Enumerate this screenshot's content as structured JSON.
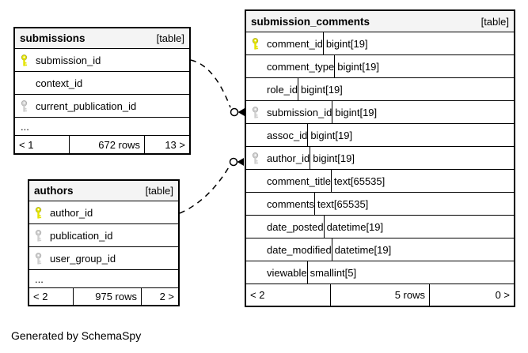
{
  "caption": "Generated by SchemaSpy",
  "colors": {
    "background": "#ffffff",
    "table_border": "#000000",
    "header_background": "#f4f4f4",
    "primary_key_icon": "#e4e400",
    "foreign_key_icon": "#cfcfcf",
    "edge": "#000000"
  },
  "icons": {
    "primary_key": "yellow-key-icon",
    "foreign_key": "gray-key-icon",
    "edge_endpoint": "open-circle-with-arrowhead"
  },
  "tables": {
    "submissions": {
      "title": "submissions",
      "badge": "[table]",
      "columns": [
        {
          "name": "submission_id",
          "key": "pk"
        },
        {
          "name": "context_id",
          "key": ""
        },
        {
          "name": "current_publication_id",
          "key": "fk"
        }
      ],
      "ellipsis": "...",
      "footer": {
        "parents": "< 1",
        "rows": "672 rows",
        "children": "13 >"
      }
    },
    "authors": {
      "title": "authors",
      "badge": "[table]",
      "columns": [
        {
          "name": "author_id",
          "key": "pk"
        },
        {
          "name": "publication_id",
          "key": "fk"
        },
        {
          "name": "user_group_id",
          "key": "fk"
        }
      ],
      "ellipsis": "...",
      "footer": {
        "parents": "< 2",
        "rows": "975 rows",
        "children": "2 >"
      }
    },
    "submission_comments": {
      "title": "submission_comments",
      "badge": "[table]",
      "columns": [
        {
          "name": "comment_id",
          "type": "bigint[19]",
          "key": "pk"
        },
        {
          "name": "comment_type",
          "type": "bigint[19]",
          "key": ""
        },
        {
          "name": "role_id",
          "type": "bigint[19]",
          "key": ""
        },
        {
          "name": "submission_id",
          "type": "bigint[19]",
          "key": "fk"
        },
        {
          "name": "assoc_id",
          "type": "bigint[19]",
          "key": ""
        },
        {
          "name": "author_id",
          "type": "bigint[19]",
          "key": "fk"
        },
        {
          "name": "comment_title",
          "type": "text[65535]",
          "key": ""
        },
        {
          "name": "comments",
          "type": "text[65535]",
          "key": ""
        },
        {
          "name": "date_posted",
          "type": "datetime[19]",
          "key": ""
        },
        {
          "name": "date_modified",
          "type": "datetime[19]",
          "key": ""
        },
        {
          "name": "viewable",
          "type": "smallint[5]",
          "key": ""
        }
      ],
      "footer": {
        "parents": "< 2",
        "rows": "5 rows",
        "children": "0 >"
      }
    }
  },
  "relationships": [
    {
      "parent_table": "submissions",
      "parent_column": "submission_id",
      "child_table": "submission_comments",
      "child_column": "submission_id",
      "line_style": "dashed"
    },
    {
      "parent_table": "authors",
      "parent_column": "author_id",
      "child_table": "submission_comments",
      "child_column": "author_id",
      "line_style": "dashed"
    }
  ]
}
